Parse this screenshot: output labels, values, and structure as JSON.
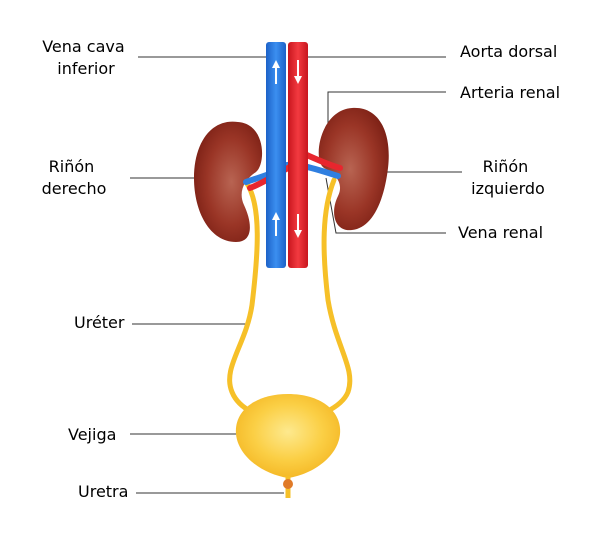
{
  "labels": {
    "vena_cava": [
      "Vena cava",
      "inferior"
    ],
    "aorta": "Aorta dorsal",
    "arteria_renal": "Arteria renal",
    "rinon_derecho": [
      "Riñón",
      "derecho"
    ],
    "rinon_izquierdo": [
      "Riñón",
      "izquierdo"
    ],
    "vena_renal": "Vena renal",
    "ureter": "Uréter",
    "vejiga": "Vejiga",
    "uretra": "Uretra"
  },
  "colors": {
    "vein": "#2f7fe0",
    "artery": "#e8262e",
    "kidney": "#8e2a1e",
    "kidney_highlight": "#b65a4a",
    "urinary": "#f6c028",
    "bladder": "#f9c12e",
    "bladder_highlight": "#fde27a",
    "leader_line": "#333333"
  },
  "icons": [
    "arrow-up-icon",
    "arrow-down-icon"
  ]
}
